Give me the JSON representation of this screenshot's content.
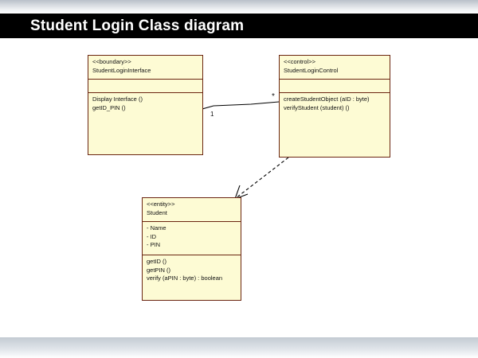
{
  "slide": {
    "title": "Student Login Class diagram",
    "background_color": "#ffffff",
    "title_band_color": "#000000",
    "title_text_color": "#ffffff"
  },
  "diagram": {
    "class_fill_color": "#fdfbd4",
    "class_border_color": "#6b2511",
    "classes": [
      {
        "id": "boundary",
        "stereotype": "<<boundary>>",
        "name": "StudentLoginInterface",
        "attributes": [],
        "operations": [
          "Display Interface ()",
          "getID_PIN ()"
        ]
      },
      {
        "id": "control",
        "stereotype": "<<control>>",
        "name": "StudentLoginControl",
        "attributes": [],
        "operations": [
          "createStudentObject (aID : byte)",
          "verifyStudent (student) ()"
        ]
      },
      {
        "id": "entity",
        "stereotype": "<<entity>>",
        "name": "Student",
        "attributes": [
          "-  Name",
          "-  ID",
          "-  PIN"
        ],
        "operations": [
          "getID ()",
          "getPIN ()",
          "verify (aPIN : byte) : boolean"
        ]
      }
    ],
    "relationships": [
      {
        "id": "assoc-boundary-control",
        "type": "association",
        "from": "boundary",
        "to": "control",
        "source_multiplicity": "1",
        "target_multiplicity": "*"
      },
      {
        "id": "dep-control-entity",
        "type": "dependency",
        "style": "dashed",
        "from": "control",
        "to": "entity"
      }
    ]
  }
}
